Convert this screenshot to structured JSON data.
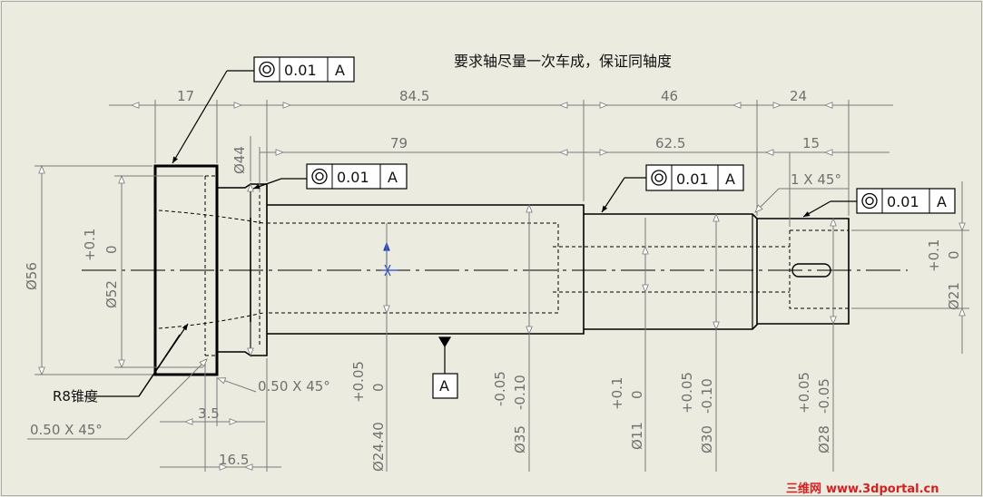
{
  "note": "要求轴尽量一次车成，保证同轴度",
  "tolerances": {
    "fcf1_value": "0.01",
    "fcf1_datum": "A",
    "fcf2_value": "0.01",
    "fcf2_datum": "A",
    "fcf3_value": "0.01",
    "fcf3_datum": "A",
    "fcf4_value": "0.01",
    "fcf4_datum": "A"
  },
  "datum": {
    "label": "A"
  },
  "dims": {
    "top_17": "17",
    "top_84_5": "84.5",
    "top_46": "46",
    "top_24": "24",
    "top_79": "79",
    "top_62_5": "62.5",
    "top_15": "15",
    "chamfer_1x45": "1 X 45°",
    "dia_44": "Ø44",
    "dia_56": "Ø56",
    "dia_52": "Ø52",
    "dia_52_upper": "+0.1",
    "dia_52_lower": "0",
    "taper": "R8锥度",
    "chamfer_050_a": "0.50 X 45°",
    "chamfer_050_b": "0.50 X 45°",
    "bot_3_5": "3.5",
    "bot_16_5": "16.5",
    "dia_24_40": "Ø24.40",
    "dia_24_40_upper": "+0.05",
    "dia_24_40_lower": "0",
    "dia_35": "Ø35",
    "dia_35_upper": "-0.05",
    "dia_35_lower": "-0.10",
    "dia_11": "Ø11",
    "dia_11_upper": "+0.1",
    "dia_11_lower": "0",
    "dia_30": "Ø30",
    "dia_30_upper": "+0.05",
    "dia_30_lower": "-0.10",
    "dia_28": "Ø28",
    "dia_28_upper": "+0.05",
    "dia_28_lower": "-0.05",
    "dia_21": "Ø21",
    "dia_21_upper": "+0.1",
    "dia_21_lower": "0"
  },
  "watermark": {
    "cn": "三维网",
    "url": "www.3dportal.cn"
  },
  "colors": {
    "background": "#ecebdf",
    "object_line": "#000000",
    "dimension_line": "#7a7a7a",
    "origin_marker": "#2244cc",
    "watermark_red": "#d42020",
    "watermark_blue": "#3050c0"
  }
}
